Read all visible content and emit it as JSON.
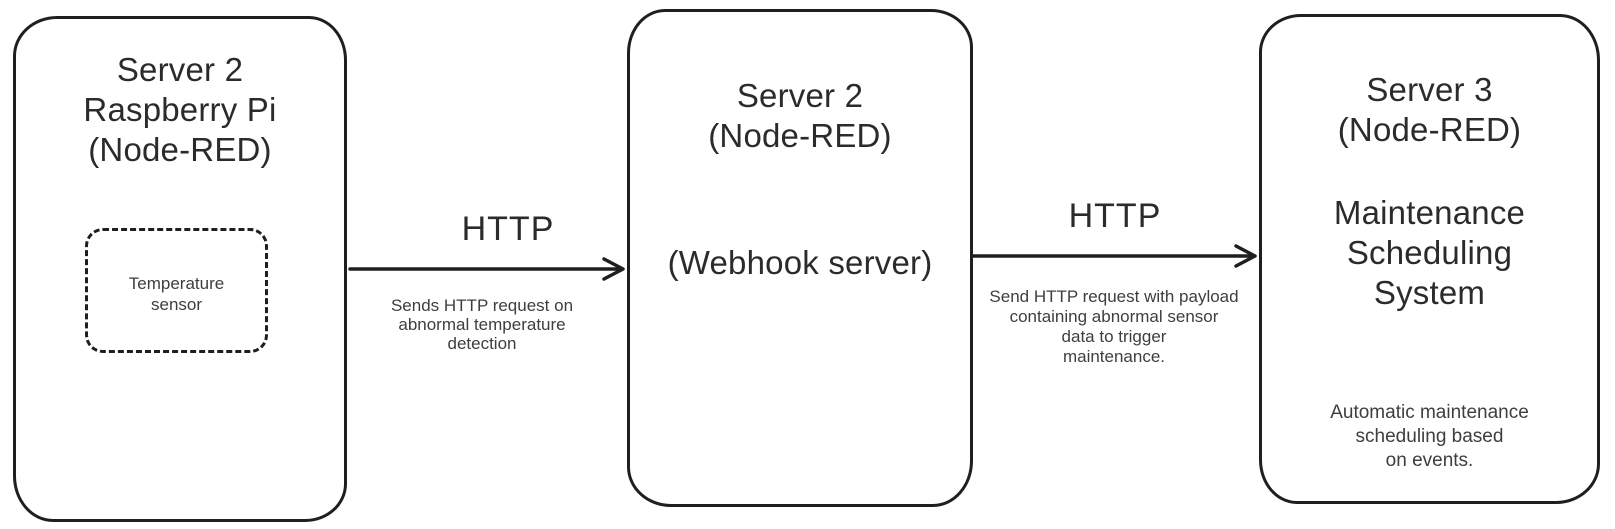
{
  "nodes": {
    "server2_pi": {
      "title": [
        "Server 2",
        "Raspberry Pi",
        "(Node-RED)"
      ],
      "sensor": [
        "Temperature",
        "sensor"
      ]
    },
    "server2_webhook": {
      "title": [
        "Server 2",
        "(Node-RED)"
      ],
      "subtitle": "(Webhook server)"
    },
    "server3": {
      "title": [
        "Server 3",
        "(Node-RED)"
      ],
      "system": [
        "Maintenance",
        "Scheduling",
        "System"
      ],
      "note": [
        "Automatic maintenance",
        "scheduling based",
        "on events."
      ]
    }
  },
  "arrows": [
    {
      "protocol": "HTTP",
      "description": [
        "Sends HTTP request on",
        "abnormal temperature",
        "detection"
      ]
    },
    {
      "protocol": "HTTP",
      "description": [
        "Send HTTP request with payload",
        "containing abnormal sensor",
        "data to trigger",
        "maintenance."
      ]
    }
  ],
  "colors": {
    "border": "#1f1f1f",
    "title_text": "#2b2b2b",
    "description_text": "#3e3e3e",
    "background": "#ffffff"
  }
}
